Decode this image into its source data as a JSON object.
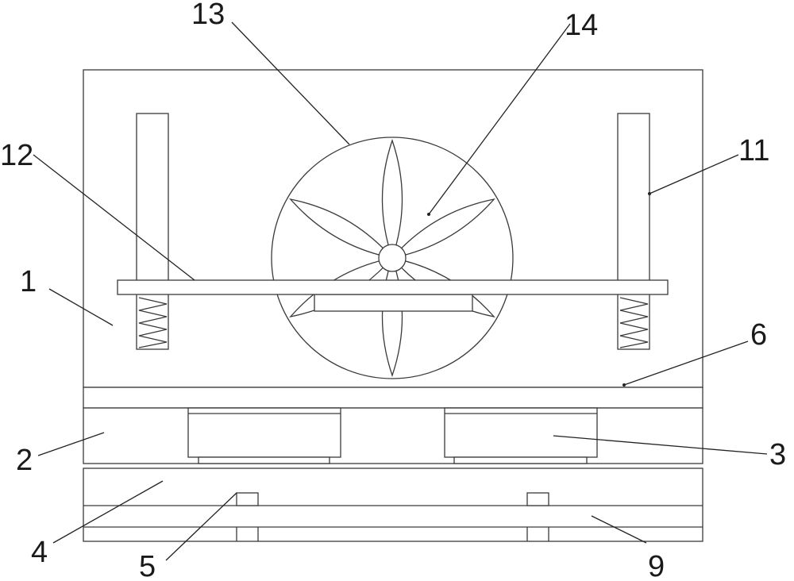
{
  "labels": {
    "l1": "1",
    "l2": "2",
    "l3": "3",
    "l4": "4",
    "l5": "5",
    "l6": "6",
    "l9": "9",
    "l11": "11",
    "l12": "12",
    "l13": "13",
    "l14": "14"
  },
  "colors": {
    "line": "#3a3a3a",
    "background": "#ffffff"
  }
}
